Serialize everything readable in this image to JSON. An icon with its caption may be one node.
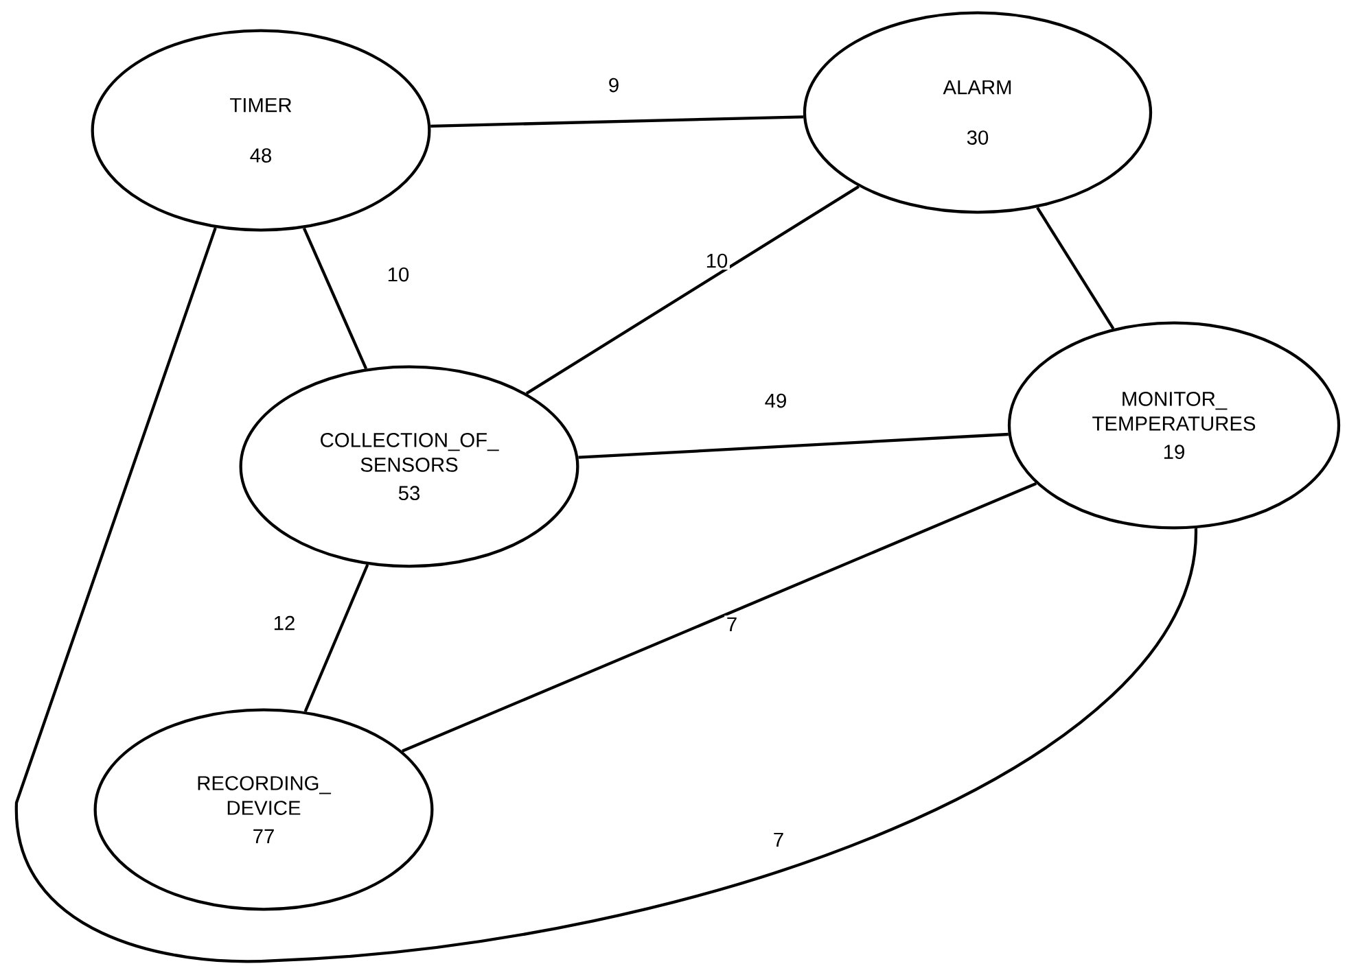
{
  "diagram": {
    "nodes": [
      {
        "text": [
          "TIMER",
          "48"
        ]
      },
      {
        "text": [
          "ALARM",
          "30"
        ]
      },
      {
        "text": [
          "COLLECTION_OF_ SENSORS",
          "53"
        ]
      },
      {
        "text": [
          "MONITOR_ TEMPERATURES",
          "19"
        ]
      },
      {
        "text": [
          "RECORDING_ DEVICE",
          "77"
        ]
      }
    ],
    "edges": [
      {
        "from": 0,
        "to": 1,
        "arrow": "none",
        "label": "9"
      },
      {
        "from": 0,
        "to": 2,
        "arrow": "none",
        "label": "10"
      },
      {
        "from": 1,
        "to": 2,
        "arrow": "none",
        "label": "10"
      },
      {
        "from": 1,
        "to": 3,
        "arrow": "none"
      },
      {
        "from": 2,
        "to": 3,
        "arrow": "none",
        "label": "49"
      },
      {
        "from": 2,
        "to": 4,
        "arrow": "none",
        "label": "12"
      },
      {
        "from": 4,
        "to": 3,
        "arrow": "none",
        "label": "7"
      },
      {
        "from": 0,
        "to": 3,
        "arrow": "none",
        "label": "7"
      }
    ]
  }
}
